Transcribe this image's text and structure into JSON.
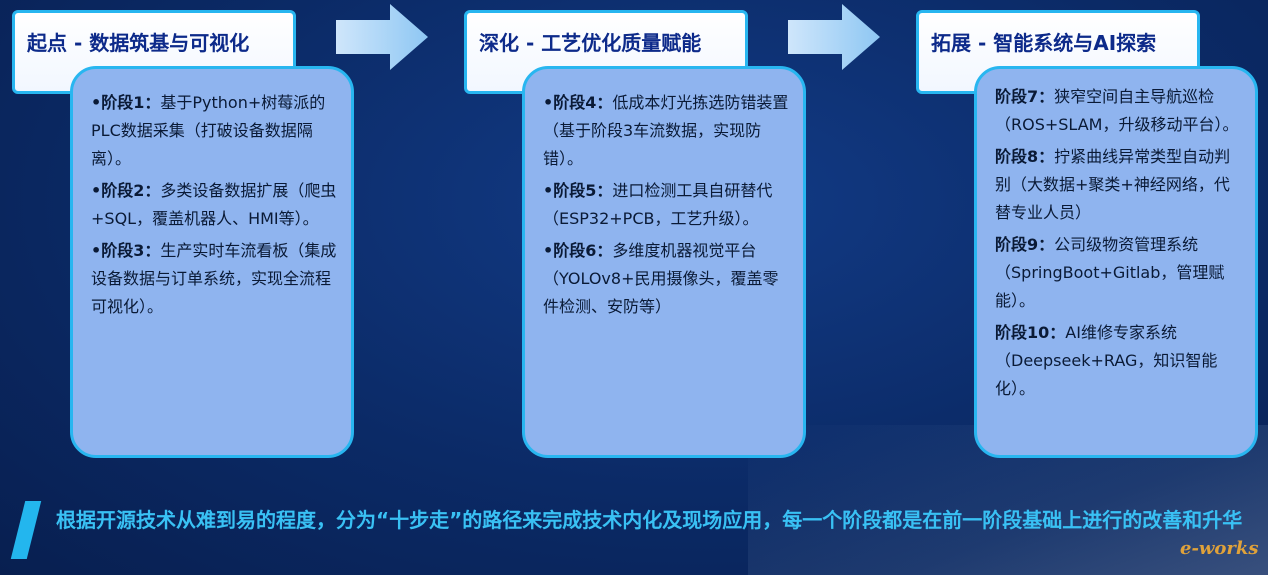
{
  "stages": [
    {
      "title": "起点 - 数据筑基与可视化",
      "items": [
        {
          "label": "•阶段1：",
          "text": "基于Python+树莓派的PLC数据采集（打破设备数据隔离）。"
        },
        {
          "label": "•阶段2：",
          "text": "多类设备数据扩展（爬虫+SQL，覆盖机器人、HMI等）。"
        },
        {
          "label": "•阶段3：",
          "text": "生产实时车流看板（集成设备数据与订单系统，实现全流程可视化）。"
        }
      ]
    },
    {
      "title": "深化 - 工艺优化质量赋能",
      "items": [
        {
          "label": "•阶段4：",
          "text": "低成本灯光拣选防错装置（基于阶段3车流数据，实现防错）。"
        },
        {
          "label": "•阶段5：",
          "text": "进口检测工具自研替代（ESP32+PCB，工艺升级）。"
        },
        {
          "label": "•阶段6：",
          "text": "多维度机器视觉平台（YOLOv8+民用摄像头，覆盖零件检测、安防等）"
        }
      ]
    },
    {
      "title": "拓展 - 智能系统与AI探索",
      "items": [
        {
          "label": "阶段7：",
          "text": "狭窄空间自主导航巡检（ROS+SLAM，升级移动平台）。"
        },
        {
          "label": "阶段8：",
          "text": "拧紧曲线异常类型自动判别（大数据+聚类+神经网络，代替专业人员）"
        },
        {
          "label": "阶段9：",
          "text": "公司级物资管理系统（SpringBoot+Gitlab，管理赋能）。"
        },
        {
          "label": "阶段10：",
          "text": "AI维修专家系统（Deepseek+RAG，知识智能化）。"
        }
      ]
    }
  ],
  "footer": {
    "text": "根据开源技术从难到易的程度，分为“十步走”的路径来完成技术内化及现场应用，每一个阶段都是在前一阶段基础上进行的改善和升华"
  },
  "watermark": {
    "text": "e-works"
  },
  "colors": {
    "accent": "#28b6f0",
    "card": "#8fb4ef",
    "title": "#0d2a8a",
    "footer_text": "#39c1f4"
  }
}
